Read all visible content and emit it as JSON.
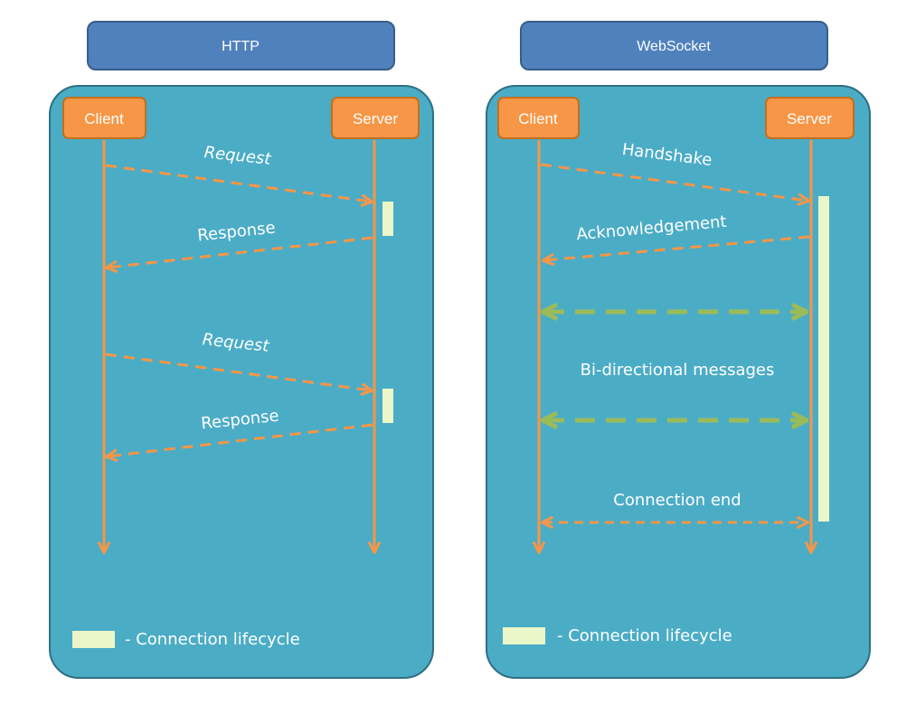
{
  "colors": {
    "title_fill": "#4f81bd",
    "title_stroke": "#385d8a",
    "panel_fill": "#4bacc6",
    "panel_stroke": "#2f6f82",
    "actor_fill": "#f79646",
    "actor_stroke": "#c0701e",
    "lifeline": "#f79646",
    "arrow_orange": "#f79646",
    "arrow_green": "#9bbb59",
    "lifecycle_fill": "#ebf7c9",
    "text": "#ffffff"
  },
  "http": {
    "title": "HTTP",
    "client": "Client",
    "server": "Server",
    "request1": "Request",
    "response1": "Response",
    "request2": "Request",
    "response2": "Response",
    "legend": "- Connection lifecycle"
  },
  "websocket": {
    "title": "WebSocket",
    "client": "Client",
    "server": "Server",
    "handshake": "Handshake",
    "acknowledgement": "Acknowledgement",
    "bidirectional": "Bi-directional messages",
    "connection_end": "Connection end",
    "legend": "- Connection lifecycle"
  }
}
